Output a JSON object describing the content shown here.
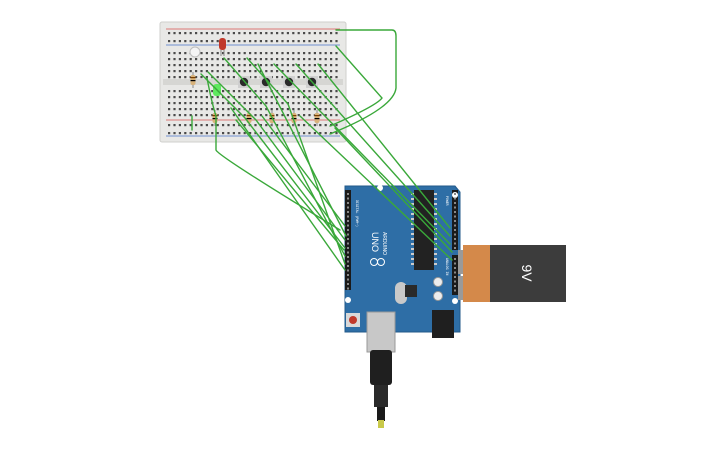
{
  "battery": {
    "label": "9V"
  },
  "arduino": {
    "brand": "ARDUINO",
    "model": "UNO",
    "digital_header_label": "DIGITAL (PWM~)",
    "analog_header_label": "ANALOG IN",
    "power_header_label": "POWER"
  },
  "colors": {
    "wire": "#3aa83a",
    "board": "#2e6ea6",
    "breadboard": "#e8e8e6",
    "battery_body": "#3c3c3c",
    "battery_cap": "#d4894a",
    "led_red": "#c0392b",
    "led_green": "#5ee85e"
  }
}
